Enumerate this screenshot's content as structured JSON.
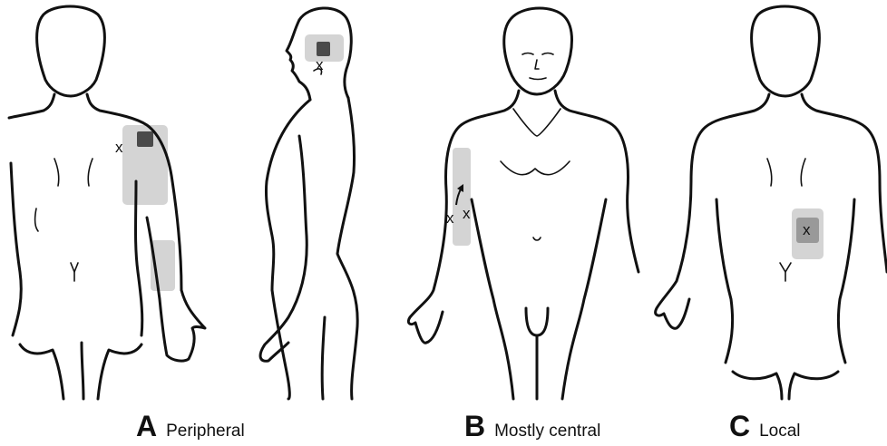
{
  "colors": {
    "outline": "#111111",
    "pain_area": "#d4d4d4",
    "pain_core": "#4a4a4a",
    "pain_mid": "#999999"
  },
  "marks": {
    "x": "x",
    "arrow_icon": "arrow-up-icon"
  },
  "panels": [
    {
      "letter": "A",
      "label": "Peripheral"
    },
    {
      "letter": "B",
      "label": "Mostly central"
    },
    {
      "letter": "C",
      "label": "Local"
    }
  ]
}
